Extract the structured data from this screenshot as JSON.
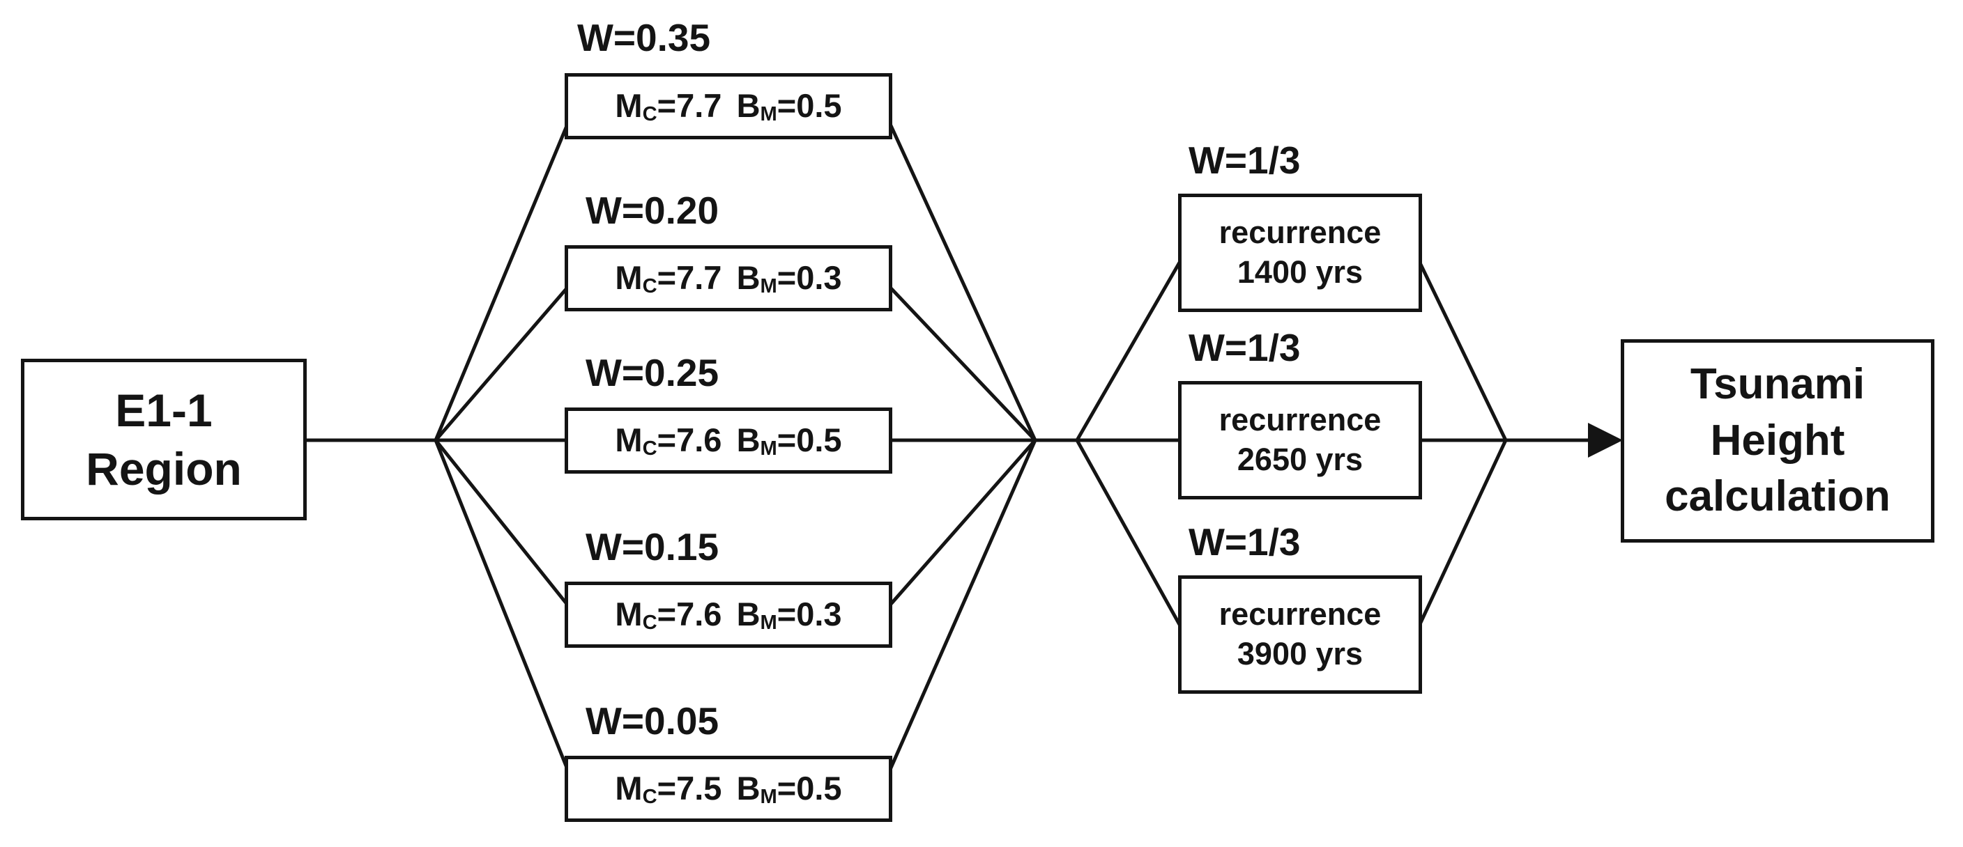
{
  "root": {
    "line1": "E1-1",
    "line2": "Region"
  },
  "branches": [
    {
      "weight": "W=0.35",
      "p1_base": "M",
      "p1_sub": "C",
      "p1_rest": "=7.7",
      "p2_base": "B",
      "p2_sub": "M",
      "p2_rest": "=0.5"
    },
    {
      "weight": "W=0.20",
      "p1_base": "M",
      "p1_sub": "C",
      "p1_rest": "=7.7",
      "p2_base": "B",
      "p2_sub": "M",
      "p2_rest": "=0.3"
    },
    {
      "weight": "W=0.25",
      "p1_base": "M",
      "p1_sub": "C",
      "p1_rest": "=7.6",
      "p2_base": "B",
      "p2_sub": "M",
      "p2_rest": "=0.5"
    },
    {
      "weight": "W=0.15",
      "p1_base": "M",
      "p1_sub": "C",
      "p1_rest": "=7.6",
      "p2_base": "B",
      "p2_sub": "M",
      "p2_rest": "=0.3"
    },
    {
      "weight": "W=0.05",
      "p1_base": "M",
      "p1_sub": "C",
      "p1_rest": "=7.5",
      "p2_base": "B",
      "p2_sub": "M",
      "p2_rest": "=0.5"
    }
  ],
  "recurrences": [
    {
      "weight": "W=1/3",
      "line1": "recurrence",
      "line2": "1400 yrs"
    },
    {
      "weight": "W=1/3",
      "line1": "recurrence",
      "line2": "2650 yrs"
    },
    {
      "weight": "W=1/3",
      "line1": "recurrence",
      "line2": "3900 yrs"
    }
  ],
  "output": {
    "line1": "Tsunami",
    "line2": "Height",
    "line3": "calculation"
  },
  "colors": {
    "line": "#141414",
    "border": "#141414",
    "text": "#141414",
    "background": "#ffffff"
  }
}
